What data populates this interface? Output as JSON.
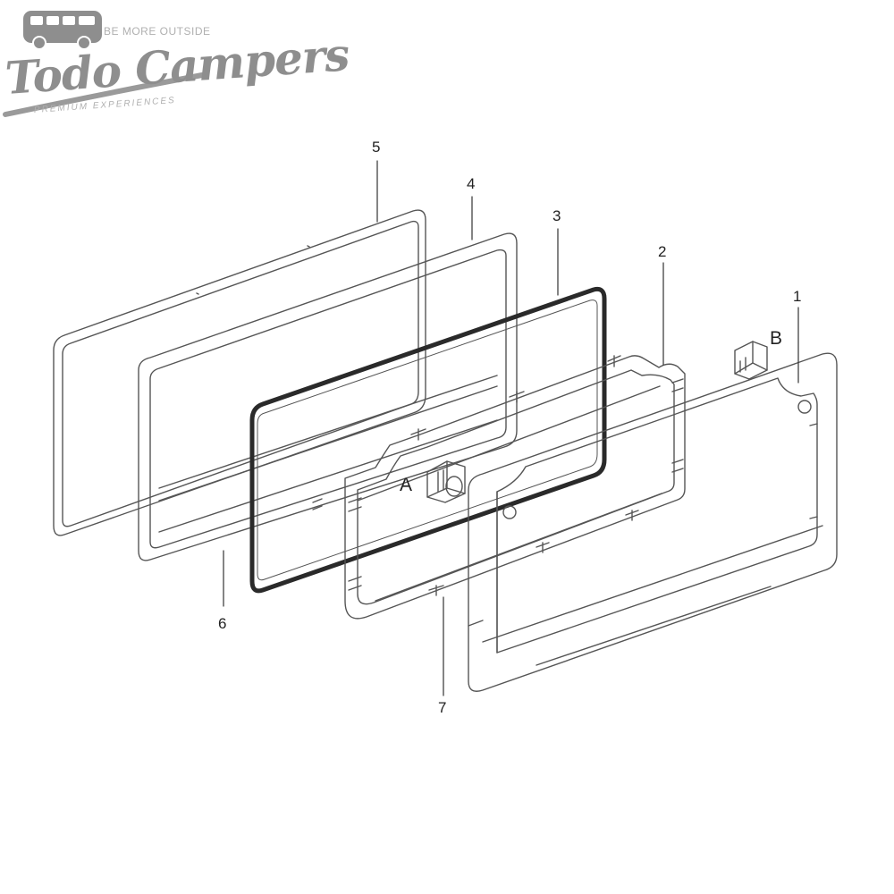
{
  "brand": {
    "tagline": "BE MORE OUTSIDE",
    "name": "Todo Campers",
    "subtitle": "PREMIUM EXPERIENCES",
    "color": "#8e8e8e"
  },
  "diagram": {
    "line_color": "#444444",
    "callouts": [
      {
        "id": "1",
        "label": "1"
      },
      {
        "id": "2",
        "label": "2"
      },
      {
        "id": "3",
        "label": "3"
      },
      {
        "id": "4",
        "label": "4"
      },
      {
        "id": "5",
        "label": "5"
      },
      {
        "id": "6",
        "label": "6"
      },
      {
        "id": "7",
        "label": "7"
      },
      {
        "id": "A",
        "label": "A"
      },
      {
        "id": "B",
        "label": "B"
      }
    ]
  }
}
